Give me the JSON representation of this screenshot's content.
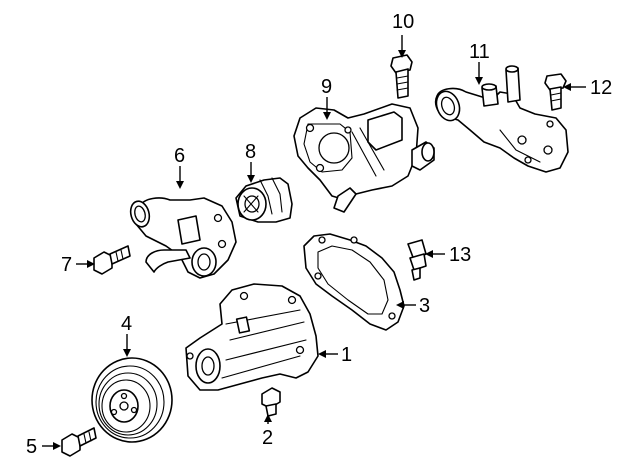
{
  "diagram": {
    "callouts": [
      {
        "id": "1",
        "label": "1"
      },
      {
        "id": "2",
        "label": "2"
      },
      {
        "id": "3",
        "label": "3"
      },
      {
        "id": "4",
        "label": "4"
      },
      {
        "id": "5",
        "label": "5"
      },
      {
        "id": "6",
        "label": "6"
      },
      {
        "id": "7",
        "label": "7"
      },
      {
        "id": "8",
        "label": "8"
      },
      {
        "id": "9",
        "label": "9"
      },
      {
        "id": "10",
        "label": "10"
      },
      {
        "id": "11",
        "label": "11"
      },
      {
        "id": "12",
        "label": "12"
      },
      {
        "id": "13",
        "label": "13"
      }
    ]
  },
  "colors": {
    "line": "#000000",
    "background": "#ffffff"
  }
}
